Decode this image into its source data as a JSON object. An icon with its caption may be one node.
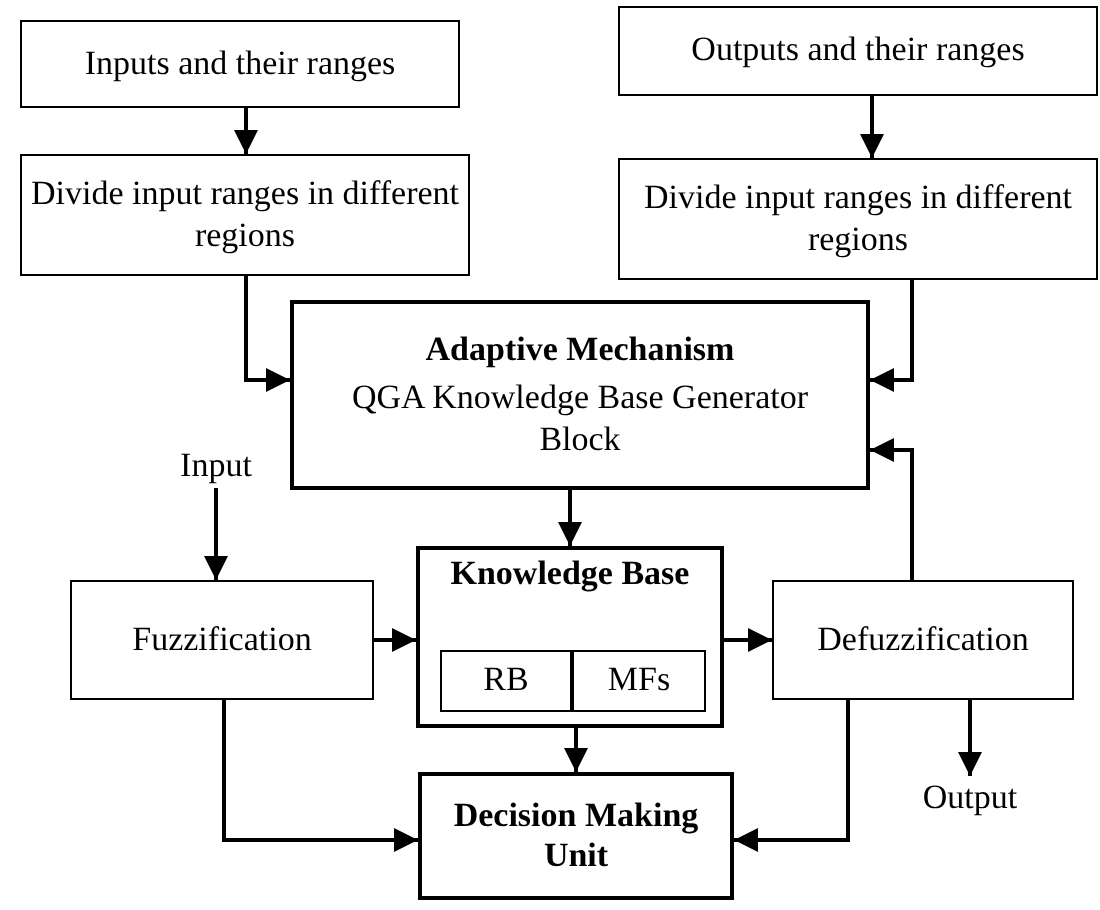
{
  "diagram": {
    "nodes": [
      {
        "text": [
          "Inputs and their ranges"
        ]
      },
      {
        "text": [
          "Outputs and their ranges"
        ]
      },
      {
        "text": [
          "Divide input ranges in different regions"
        ]
      },
      {
        "text": [
          "Divide input ranges in different regions"
        ]
      },
      {
        "text": [
          "Adaptive Mechanism",
          "QGA Knowledge Base Generator Block"
        ]
      },
      {
        "text": [
          "Input"
        ]
      },
      {
        "text": [
          "Fuzzification"
        ]
      },
      {
        "text": [
          "Knowledge Base"
        ]
      },
      {
        "text": [
          "RB"
        ],
        "in": 7
      },
      {
        "text": [
          "MFs"
        ],
        "in": 7
      },
      {
        "text": [
          "Defuzzification"
        ]
      },
      {
        "text": [
          "Output"
        ]
      },
      {
        "text": [
          "Decision Making Unit"
        ]
      }
    ],
    "edges": [
      {
        "from": 0,
        "to": 2,
        "arrow": "to"
      },
      {
        "from": 1,
        "to": 3,
        "arrow": "to"
      },
      {
        "from": 2,
        "to": 4,
        "arrow": "to"
      },
      {
        "from": 3,
        "to": 4,
        "arrow": "to"
      },
      {
        "from": 10,
        "to": 4,
        "arrow": "to"
      },
      {
        "from": 4,
        "to": 7,
        "arrow": "to"
      },
      {
        "from": 5,
        "to": 6,
        "arrow": "to"
      },
      {
        "from": 6,
        "to": 7,
        "arrow": "to"
      },
      {
        "from": 7,
        "to": 10,
        "arrow": "to"
      },
      {
        "from": 7,
        "to": 12,
        "arrow": "to"
      },
      {
        "from": 10,
        "to": 11,
        "arrow": "to"
      },
      {
        "from": 6,
        "to": 12,
        "arrow": "to"
      },
      {
        "from": 10,
        "to": 12,
        "arrow": "to"
      }
    ]
  }
}
